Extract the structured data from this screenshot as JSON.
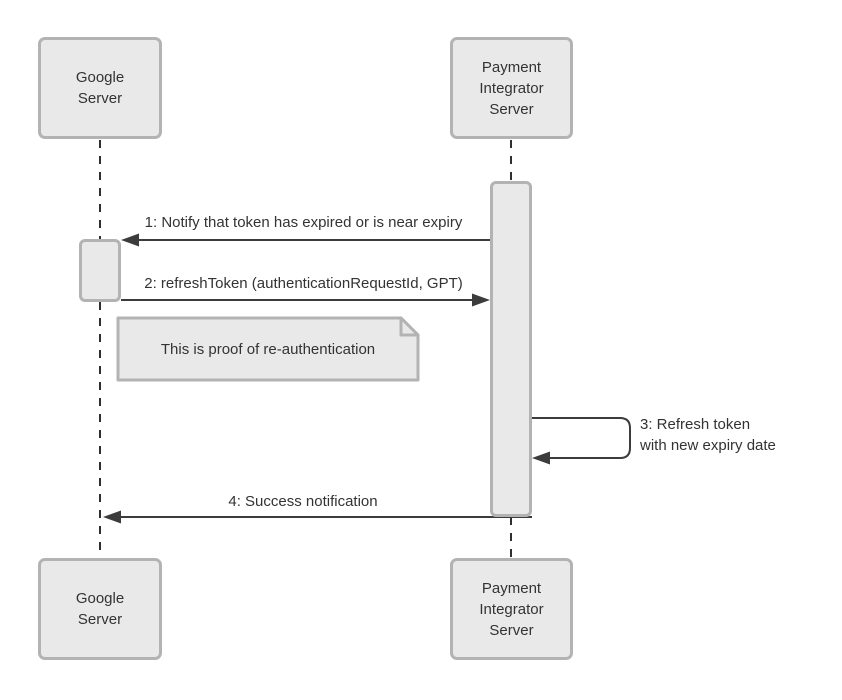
{
  "diagram_type": "uml-sequence-diagram",
  "actors": [
    {
      "id": "google-server",
      "label": "Google\nServer"
    },
    {
      "id": "payment-integrator-server",
      "label": "Payment\nIntegrator\nServer"
    }
  ],
  "messages": [
    {
      "num": "1",
      "label": "1: Notify that token has expired or is near expiry",
      "from": "payment-integrator-server",
      "to": "google-server",
      "kind": "arrow-left"
    },
    {
      "num": "2",
      "label": "2: refreshToken (authenticationRequestId, GPT)",
      "from": "google-server",
      "to": "payment-integrator-server",
      "kind": "arrow-right"
    },
    {
      "num": "3",
      "label": "3: Refresh token\nwith new expiry date",
      "from": "payment-integrator-server",
      "to": "payment-integrator-server",
      "kind": "self-loop"
    },
    {
      "num": "4",
      "label": "4: Success notification",
      "from": "payment-integrator-server",
      "to": "google-server",
      "kind": "arrow-left"
    }
  ],
  "note": {
    "label": "This is proof of re-authentication"
  },
  "colors": {
    "background": "#ffffff",
    "shape_fill": "#e9e9e9",
    "shape_border": "#b3b3b3",
    "line": "#3c3c3c",
    "text": "#333333"
  }
}
